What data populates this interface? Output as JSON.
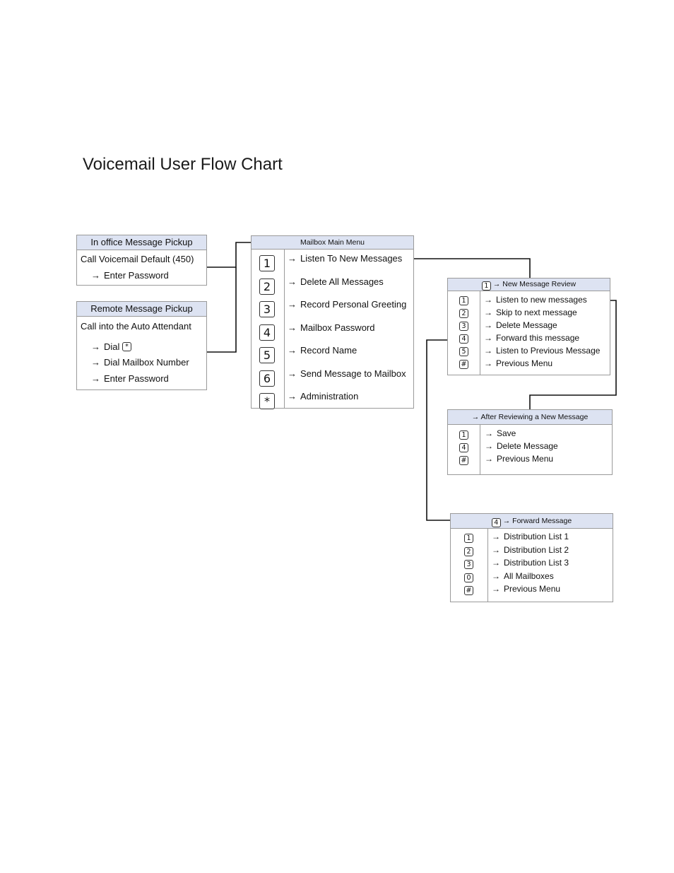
{
  "title": "Voicemail User Flow Chart",
  "arrow_glyph": "→",
  "in_office": {
    "header": "In office Message Pickup",
    "line1": "Call Voicemail Default (450)",
    "line2": "Enter Password"
  },
  "remote": {
    "header": "Remote Message Pickup",
    "line1": "Call into the Auto Attendant",
    "dial_label": "Dial",
    "dial_key": "*",
    "line3": "Dial Mailbox Number",
    "line4": "Enter Password"
  },
  "main_menu": {
    "header": "Mailbox Main Menu",
    "items": [
      {
        "key": "1",
        "label": "Listen To New Messages"
      },
      {
        "key": "2",
        "label": "Delete All Messages"
      },
      {
        "key": "3",
        "label": "Record Personal Greeting"
      },
      {
        "key": "4",
        "label": "Mailbox Password"
      },
      {
        "key": "5",
        "label": "Record Name"
      },
      {
        "key": "6",
        "label": "Send Message to Mailbox"
      },
      {
        "key": "*",
        "label": "Administration"
      }
    ]
  },
  "new_review": {
    "header_key": "1",
    "header": "New Message Review",
    "items": [
      {
        "key": "1",
        "label": "Listen to new messages"
      },
      {
        "key": "2",
        "label": "Skip to next message"
      },
      {
        "key": "3",
        "label": "Delete Message"
      },
      {
        "key": "4",
        "label": "Forward this message"
      },
      {
        "key": "5",
        "label": "Listen to Previous Message"
      },
      {
        "key": "#",
        "label": "Previous Menu"
      }
    ]
  },
  "after_review": {
    "header": "After Reviewing a New Message",
    "items": [
      {
        "key": "1",
        "label": "Save"
      },
      {
        "key": "4",
        "label": "Delete Message"
      },
      {
        "key": "#",
        "label": "Previous Menu"
      }
    ]
  },
  "forward": {
    "header_key": "4",
    "header": "Forward Message",
    "items": [
      {
        "key": "1",
        "label": "Distribution List 1"
      },
      {
        "key": "2",
        "label": "Distribution List 2"
      },
      {
        "key": "3",
        "label": "Distribution List 3"
      },
      {
        "key": "0",
        "label": "All Mailboxes"
      },
      {
        "key": "#",
        "label": "Previous Menu"
      }
    ]
  }
}
